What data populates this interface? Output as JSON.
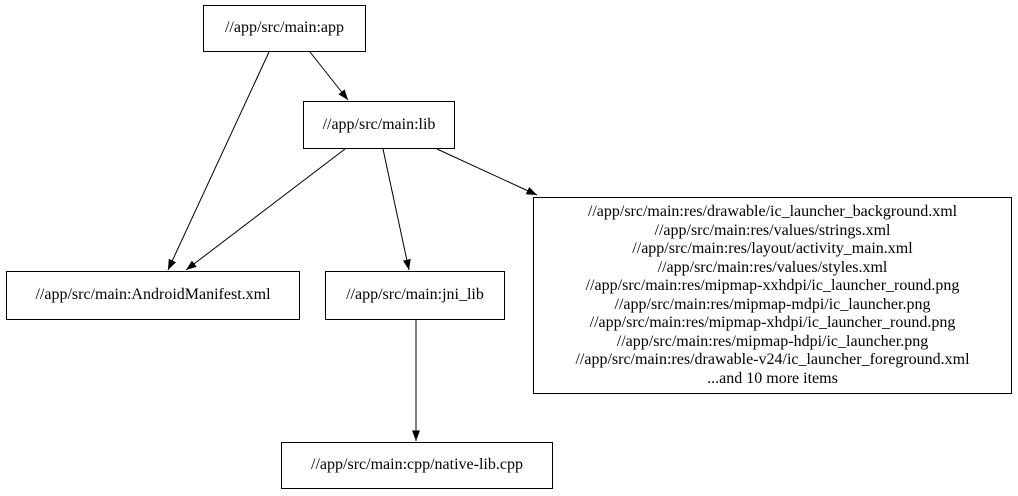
{
  "diagram": {
    "type": "dependency-graph",
    "background_color": "#ffffff",
    "node_border_color": "#000000",
    "edge_color": "#000000",
    "nodes": {
      "app": {
        "label": "//app/src/main:app"
      },
      "lib": {
        "label": "//app/src/main:lib"
      },
      "manifest": {
        "label": "//app/src/main:AndroidManifest.xml"
      },
      "jni_lib": {
        "label": "//app/src/main:jni_lib"
      },
      "resources": {
        "lines": [
          "//app/src/main:res/drawable/ic_launcher_background.xml",
          "//app/src/main:res/values/strings.xml",
          "//app/src/main:res/layout/activity_main.xml",
          "//app/src/main:res/values/styles.xml",
          "//app/src/main:res/mipmap-xxhdpi/ic_launcher_round.png",
          "//app/src/main:res/mipmap-mdpi/ic_launcher.png",
          "//app/src/main:res/mipmap-xhdpi/ic_launcher_round.png",
          "//app/src/main:res/mipmap-hdpi/ic_launcher.png",
          "//app/src/main:res/drawable-v24/ic_launcher_foreground.xml",
          "...and 10 more items"
        ]
      },
      "native_cpp": {
        "label": "//app/src/main:cpp/native-lib.cpp"
      }
    },
    "edges": [
      {
        "from": "app",
        "to": "manifest"
      },
      {
        "from": "app",
        "to": "lib"
      },
      {
        "from": "lib",
        "to": "manifest"
      },
      {
        "from": "lib",
        "to": "jni_lib"
      },
      {
        "from": "lib",
        "to": "resources"
      },
      {
        "from": "jni_lib",
        "to": "native_cpp"
      }
    ]
  }
}
